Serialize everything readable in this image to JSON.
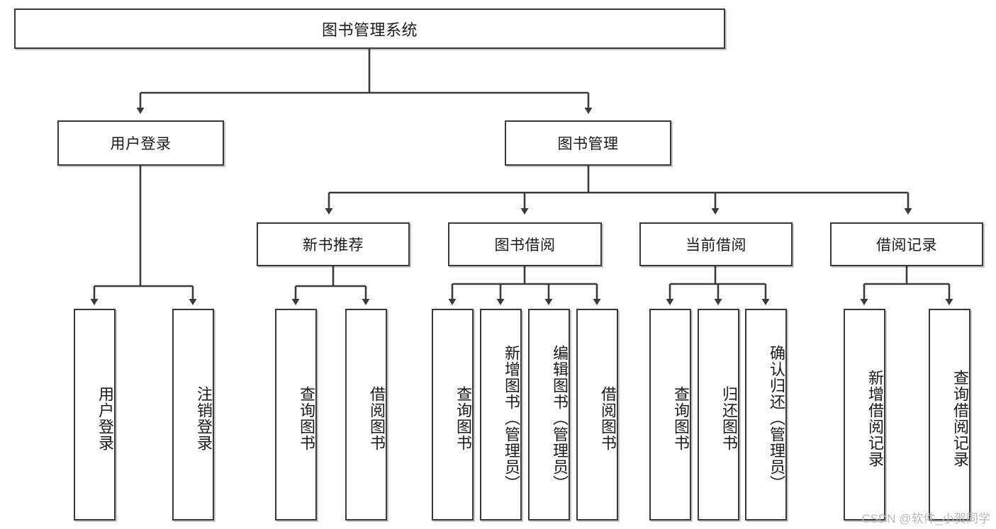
{
  "diagram": {
    "type": "tree-hierarchy-chart",
    "title": "图书管理系统",
    "watermark": "CSDN @软件_小贺同学",
    "colors": {
      "background": "#ffffff",
      "border": "#3a3a3a",
      "text": "#1a1a1a",
      "edge": "#3a3a3a",
      "watermark": "#b9b9b9"
    },
    "levels": {
      "root": {
        "label": "图书管理系统"
      },
      "level2": [
        {
          "id": "user-login",
          "label": "用户登录"
        },
        {
          "id": "book-management",
          "label": "图书管理"
        }
      ],
      "level3": [
        {
          "id": "new-book-recommend",
          "label": "新书推荐",
          "parent": "book-management"
        },
        {
          "id": "book-borrow",
          "label": "图书借阅",
          "parent": "book-management"
        },
        {
          "id": "current-borrow",
          "label": "当前借阅",
          "parent": "book-management"
        },
        {
          "id": "borrow-record",
          "label": "借阅记录",
          "parent": "book-management"
        }
      ],
      "leaves": [
        {
          "id": "leaf-user-login",
          "label": "用户登录",
          "parent": "user-login"
        },
        {
          "id": "leaf-logout-login",
          "label": "注销登录",
          "parent": "user-login"
        },
        {
          "id": "leaf-query-book-1",
          "label": "查询图书",
          "parent": "new-book-recommend"
        },
        {
          "id": "leaf-borrow-book-1",
          "label": "借阅图书",
          "parent": "new-book-recommend"
        },
        {
          "id": "leaf-query-book-2",
          "label": "查询图书",
          "parent": "book-borrow"
        },
        {
          "id": "leaf-add-book",
          "label": "新增图书（管理员）",
          "parent": "book-borrow"
        },
        {
          "id": "leaf-edit-book",
          "label": "编辑图书（管理员）",
          "parent": "book-borrow"
        },
        {
          "id": "leaf-borrow-book-2",
          "label": "借阅图书",
          "parent": "book-borrow"
        },
        {
          "id": "leaf-query-book-3",
          "label": "查询图书",
          "parent": "current-borrow"
        },
        {
          "id": "leaf-return-book",
          "label": "归还图书",
          "parent": "current-borrow"
        },
        {
          "id": "leaf-confirm-return",
          "label": "确认归还（管理员）",
          "parent": "current-borrow"
        },
        {
          "id": "leaf-add-record",
          "label": "新增借阅记录",
          "parent": "borrow-record"
        },
        {
          "id": "leaf-query-record",
          "label": "查询借阅记录",
          "parent": "borrow-record"
        }
      ]
    }
  }
}
